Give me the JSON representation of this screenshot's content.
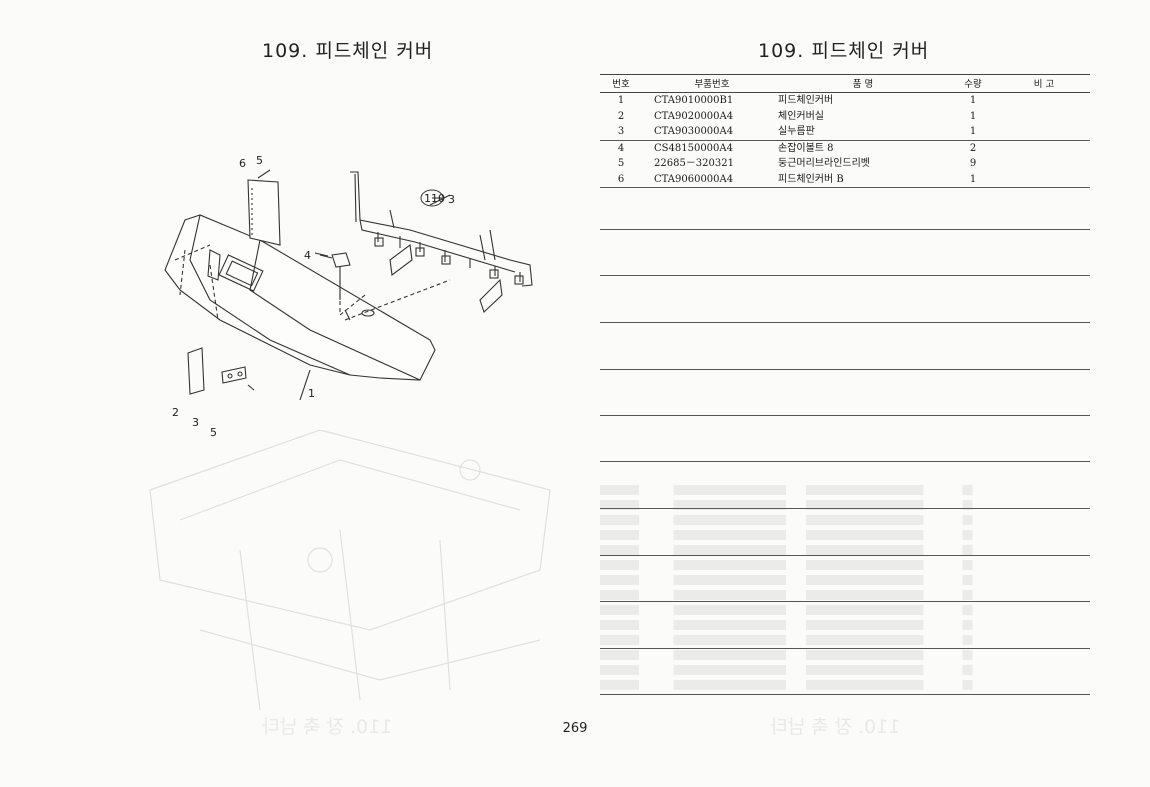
{
  "page": {
    "left_title": "109. 피드체인 커버",
    "right_title": "109. 피드체인 커버",
    "page_number": "269"
  },
  "diagram": {
    "callouts": [
      "6",
      "5",
      "4",
      "110",
      "3",
      "2",
      "3",
      "5",
      "1"
    ]
  },
  "parts_table": {
    "headers": {
      "no": "번호",
      "part_no": "부품번호",
      "name": "품      명",
      "qty": "수량",
      "note": "비   고"
    },
    "rows": [
      {
        "no": "1",
        "part_no": "CTA9010000B1",
        "name": "피드체인커버",
        "qty": "1",
        "note": ""
      },
      {
        "no": "2",
        "part_no": "CTA9020000A4",
        "name": "체인커버실",
        "qty": "1",
        "note": ""
      },
      {
        "no": "3",
        "part_no": "CTA9030000A4",
        "name": "실누름판",
        "qty": "1",
        "note": ""
      },
      {
        "no": "4",
        "part_no": "CS48150000A4",
        "name": "손잡이볼트 8",
        "qty": "2",
        "note": ""
      },
      {
        "no": "5",
        "part_no": "22685－320321",
        "name": "둥근머리브라인드리벳",
        "qty": "9",
        "note": ""
      },
      {
        "no": "6",
        "part_no": "CTA9060000A4",
        "name": "피드체인커버 B",
        "qty": "1",
        "note": ""
      }
    ]
  }
}
